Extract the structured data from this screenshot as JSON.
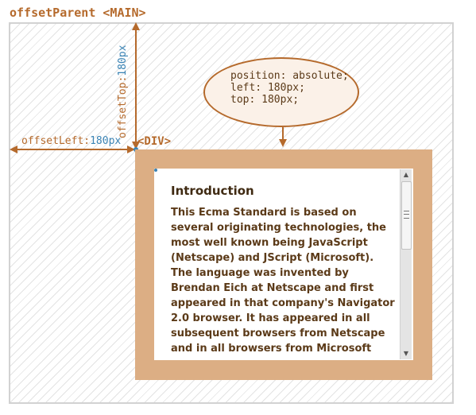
{
  "diagram": {
    "title": "offsetParent <MAIN>",
    "offset_left": {
      "name": "offsetLeft:",
      "value": "180px"
    },
    "offset_top": {
      "name": "offsetTop:",
      "value": "180px"
    },
    "div_label": "<DIV>",
    "css_note": "position: absolute;\nleft: 180px;\ntop: 180px;",
    "content": {
      "heading": "Introduction",
      "paragraph": "This Ecma Standard is based on several originating technologies, the most well known being JavaScript (Netscape) and JScript (Microsoft). The language was invented by Brendan Eich at Netscape and first appeared in that company's Navigator 2.0 browser. It has appeared in all subsequent browsers from Netscape and in all browsers from Microsoft"
    }
  },
  "colors": {
    "accent": "#b56a2c",
    "value": "#3b84b5",
    "div_border": "#dcae84",
    "main_border": "#d2d2d2",
    "text": "#5b3a18"
  },
  "icons": {
    "scroll_up": "▲",
    "scroll_down": "▼"
  }
}
